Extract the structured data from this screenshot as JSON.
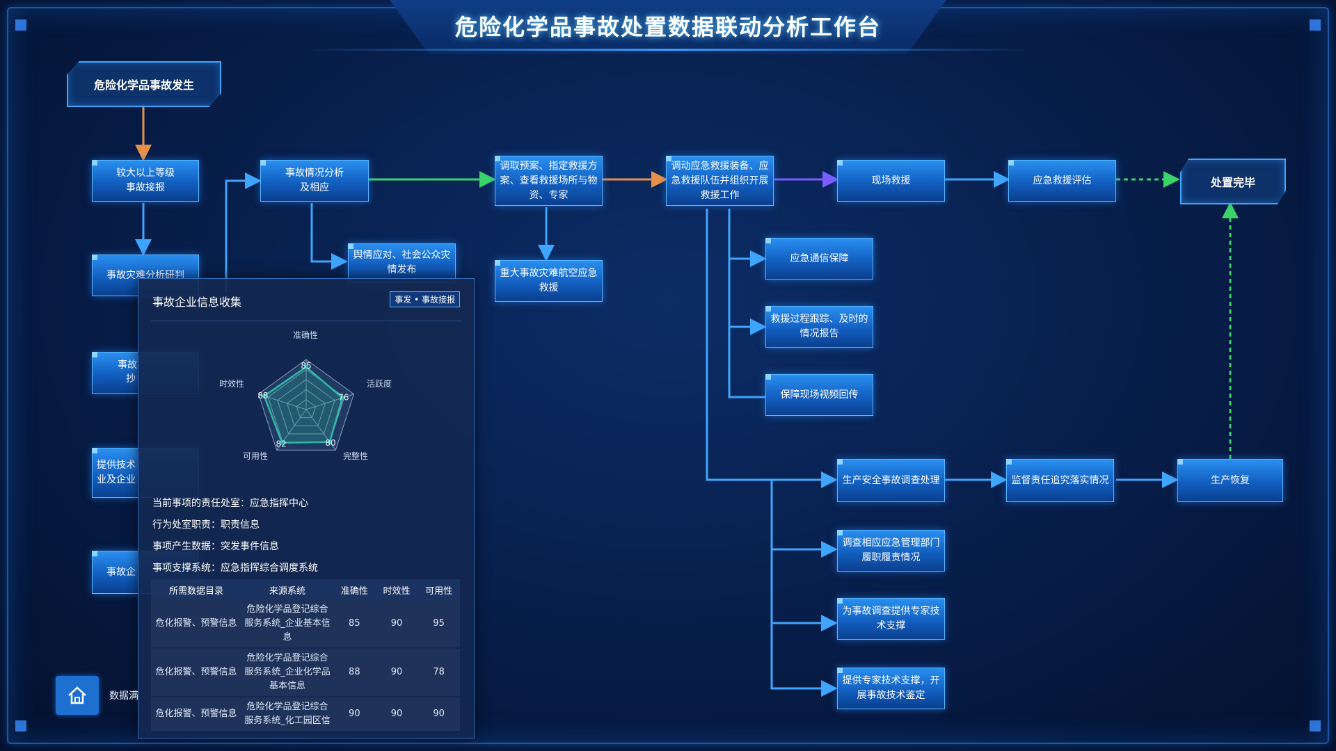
{
  "header": {
    "title": "危险化学品事故处置数据联动分析工作台"
  },
  "flow": {
    "start": "危险化学品事故发生",
    "end": "处置完毕",
    "nodes": {
      "report": "较大以上等级\n事故接报",
      "analysis": "事故情况分析\n及相应",
      "plan": "调取预案、指定救援方\n案、查看救援场所与物\n资、专家",
      "mobilize": "调动应急救援装备、应\n急救援队伍并组织开展\n救援工作",
      "onsite": "现场救援",
      "evaluate": "应急救援评估",
      "disaster_judge": "事故灾难分析研判",
      "public": "舆情应对、社会公众灾\n情发布",
      "aviation": "重大事故灾难航空应急\n救援",
      "comm": "应急通信保障",
      "tracking": "救援过程跟踪、及时的\n情况报告",
      "video": "保障现场视频回传",
      "investigation": "生产安全事故调查处理",
      "supervise": "监督责任追究落实情况",
      "restore": "生产恢复",
      "dept_duty": "调查相应应急管理部门\n履职履责情况",
      "expert_support": "为事故调查提供专家技\n术支撑",
      "tech_appraisal": "提供专家技术支撑，开\n展事故技术鉴定",
      "left3": "事故",
      "left3b": "抄",
      "left4": "提供技术\n业及企业",
      "left5": "事故企"
    }
  },
  "popup": {
    "title": "事故企业信息收集",
    "tag": "事发 • 事故接报",
    "radar": {
      "axes": [
        "准确性",
        "活跃度",
        "完整性",
        "可用性",
        "时效性"
      ],
      "values": [
        85,
        76,
        80,
        82,
        88
      ]
    },
    "info": {
      "dept": "当前事项的责任处室：应急指挥中心",
      "duty": "行为处室职责：职责信息",
      "data": "事项产生数据：突发事件信息",
      "system": "事项支撑系统：应急指挥综合调度系统"
    },
    "table": {
      "headers": [
        "所需数据目录",
        "来源系统",
        "准确性",
        "时效性",
        "可用性"
      ],
      "rows": [
        [
          "危化报警、预警信息",
          "危险化学品登记综合服务系统_企业基本信息",
          "85",
          "90",
          "95"
        ],
        [
          "危化报警、预警信息",
          "危险化学品登记综合服务系统_企业化学品基本信息",
          "88",
          "90",
          "78"
        ],
        [
          "危化报警、预警信息",
          "危险化学品登记综合服务系统_化工园区信",
          "90",
          "90",
          "90"
        ]
      ]
    }
  },
  "bottom": {
    "data_label": "数据满"
  },
  "colors": {
    "accent": "#3fa6ff",
    "node": "#1a6fd6",
    "orange": "#e8904a",
    "green": "#3bd26a",
    "purple": "#7a5cff"
  },
  "icons": {
    "home": "home-icon"
  }
}
